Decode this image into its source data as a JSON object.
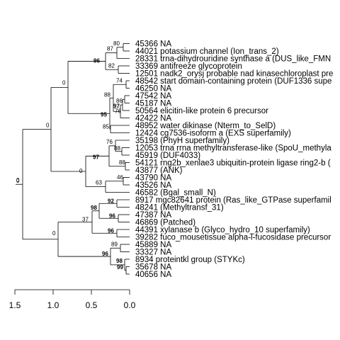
{
  "tree": {
    "leaves": [
      "45366 NA",
      "44021 potassium channel (Ion_trans_2)",
      "28331 trna-dihydrouridine synthase a (DUS_like_FMN",
      "33369 antifreeze glycoprotein",
      "12501 nadk2_orysj probable nad kinasechloroplast pre",
      "48542 start domain-containing protein (DUF1336 supe",
      "46250 NA",
      "47542 NA",
      "45187 NA",
      "50564 elicitin-like protein 6 precursor",
      "42422 NA",
      "48952 water dikinase (Nterm_to_SelD)",
      "12424 cg7536-isoform a (EXS superfamily)",
      "35198 (PhyH superfamily)",
      "12053 trna rrna methyltransferase-like (SpoU_methyla",
      "45919 (DUF4033)",
      "54121 rng2b_xenlae3 ubiquitin-protein ligase ring2-b (",
      "43877 (ANK)",
      "43790 NA",
      "43526 NA",
      "46582 (Bgal_small_N)",
      "8917 mgc82641 protein (Ras_like_GTPase superfamil",
      "48241 (Methyltransf_31)",
      "47387 NA",
      "46869 (Patched)",
      "44391 xylanase b (Glyco_hydro_10 superfamily)",
      "39282 fuco_mousetissue alpha-l-fucosidase precursor",
      "45889 NA",
      "33327 NA",
      "8934 proteintkl group (STYKc)",
      "35678 NA",
      "40656 NA"
    ],
    "support_values": [
      "80",
      "87",
      "96",
      "82",
      "0",
      "74",
      "88",
      "86",
      "97",
      "95",
      "76",
      "85",
      "0",
      "76",
      "88",
      "97",
      "88",
      "0",
      "46",
      "63",
      "0",
      "92",
      "98",
      "96",
      "37",
      "96",
      "0",
      "89",
      "96",
      "98",
      "99",
      "0"
    ],
    "axis_ticks": [
      "1.5",
      "1.0",
      "0.5",
      "0.0"
    ]
  }
}
